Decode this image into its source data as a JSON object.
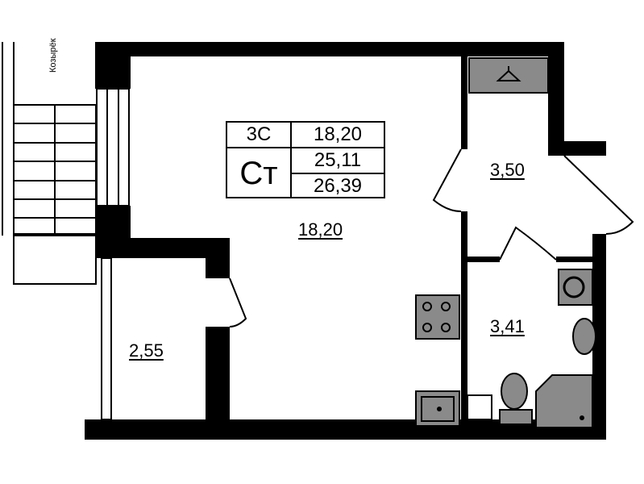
{
  "plan": {
    "canopy_label": "Козырёк",
    "table": {
      "type_code": "3С",
      "type_letter": "Ст",
      "living_area": "18,20",
      "total_area": "25,11",
      "total_area_with_balcony": "26,39"
    },
    "rooms": [
      {
        "name": "main-room",
        "area": "18,20"
      },
      {
        "name": "hall",
        "area": "3,50"
      },
      {
        "name": "bathroom",
        "area": "3,41"
      },
      {
        "name": "balcony",
        "area": "2,55"
      }
    ]
  },
  "colors": {
    "wall": "#000000",
    "fixture": "#8a8a8a"
  }
}
